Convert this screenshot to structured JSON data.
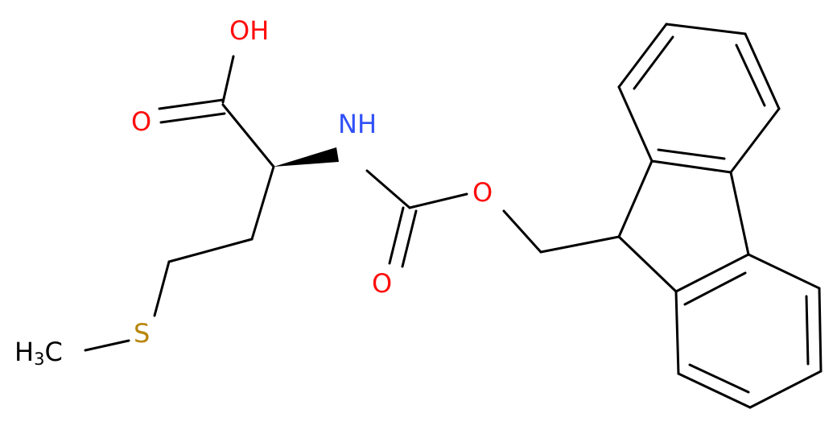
{
  "atoms": {
    "hydroxyl": {
      "text": "OH",
      "color": "#ff0d0d"
    },
    "carboxyl_oxygen": {
      "text": "O",
      "color": "#ff0d0d"
    },
    "amide_nitrogen": {
      "text": "NH",
      "color": "#3050f8"
    },
    "ester_oxygen": {
      "text": "O",
      "color": "#ff0d0d"
    },
    "carbonyl_oxygen": {
      "text": "O",
      "color": "#ff0d0d"
    },
    "sulfur": {
      "text": "S",
      "color": "#b8860b"
    },
    "methyl": {
      "text": "H",
      "subscript": "3",
      "suffix": "C",
      "color": "#000000"
    }
  },
  "stereo": {
    "chiral_center_wedge": "solid-wedge"
  }
}
